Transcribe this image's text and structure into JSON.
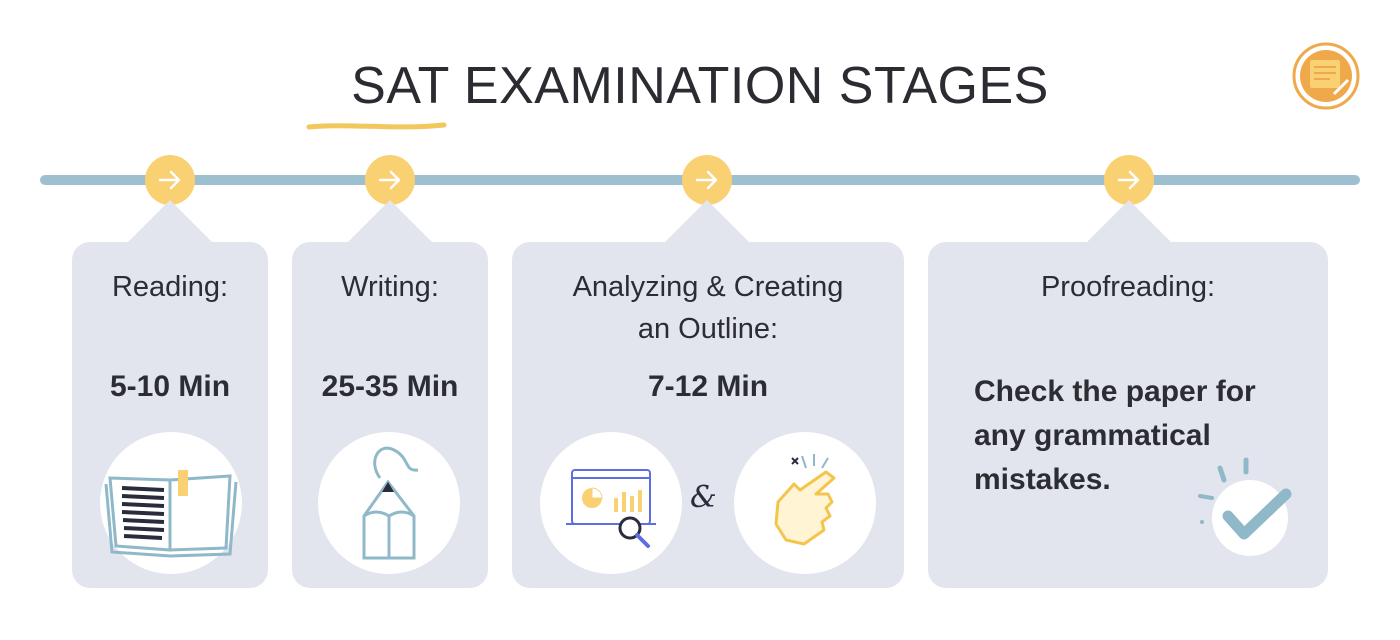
{
  "title": "SAT EXAMINATION STAGES",
  "logo_icon": "notepad-pencil-icon",
  "node_icon": "arrow-right-icon",
  "colors": {
    "timeline": "#9dbfcf",
    "node": "#f9d072",
    "card": "#e3e5ee",
    "accent_underline": "#f2c75c",
    "icon_line": "#8fb8c9"
  },
  "stages": [
    {
      "title": "Reading:",
      "duration": "5-10 Min",
      "icon": "open-book-icon"
    },
    {
      "title": "Writing:",
      "duration": "25-35 Min",
      "icon": "pencil-icon"
    },
    {
      "title_line1": "Analyzing & Creating",
      "title_line2": "an Outline:",
      "duration": "7-12 Min",
      "icon_left": "analytics-magnifier-icon",
      "connector": "&",
      "icon_right": "finger-snap-icon"
    },
    {
      "title": "Proofreading:",
      "description_lines": [
        "Check the paper for",
        "any grammatical",
        "mistakes."
      ],
      "icon": "checkmark-icon"
    }
  ]
}
